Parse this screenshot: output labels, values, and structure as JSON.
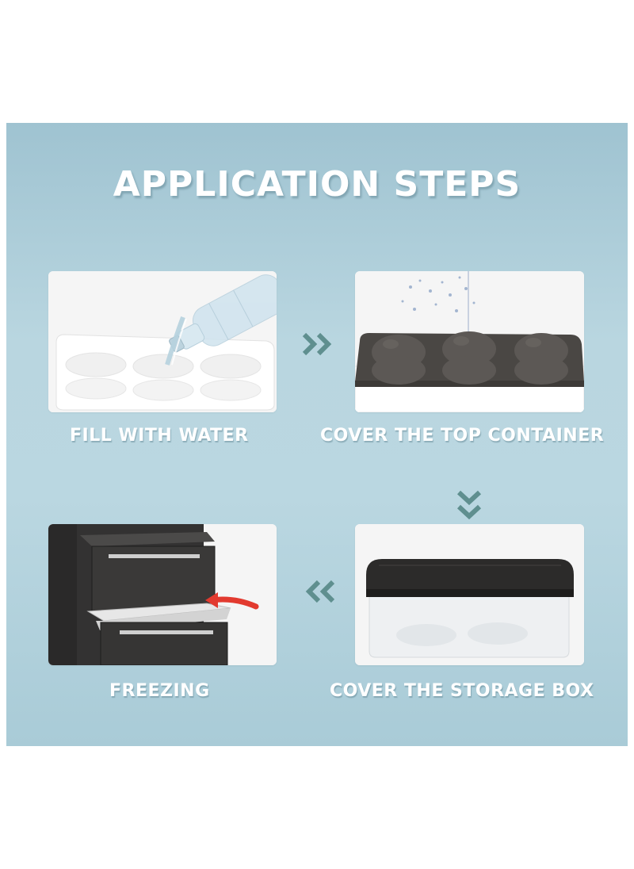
{
  "title": "APPLICATION STEPS",
  "steps": [
    {
      "label": "FILL WITH WATER"
    },
    {
      "label": "COVER THE TOP CONTAINER"
    },
    {
      "label": "COVER THE STORAGE BOX"
    },
    {
      "label": "FREEZING"
    }
  ],
  "colors": {
    "background": "#b5d3de",
    "text": "#ffffff",
    "arrow": "#5f8f8f",
    "accent_red": "#e23a2f"
  },
  "icons": {
    "arrow_1": "double-chevron-right",
    "arrow_2": "double-chevron-down",
    "arrow_3": "double-chevron-left"
  }
}
